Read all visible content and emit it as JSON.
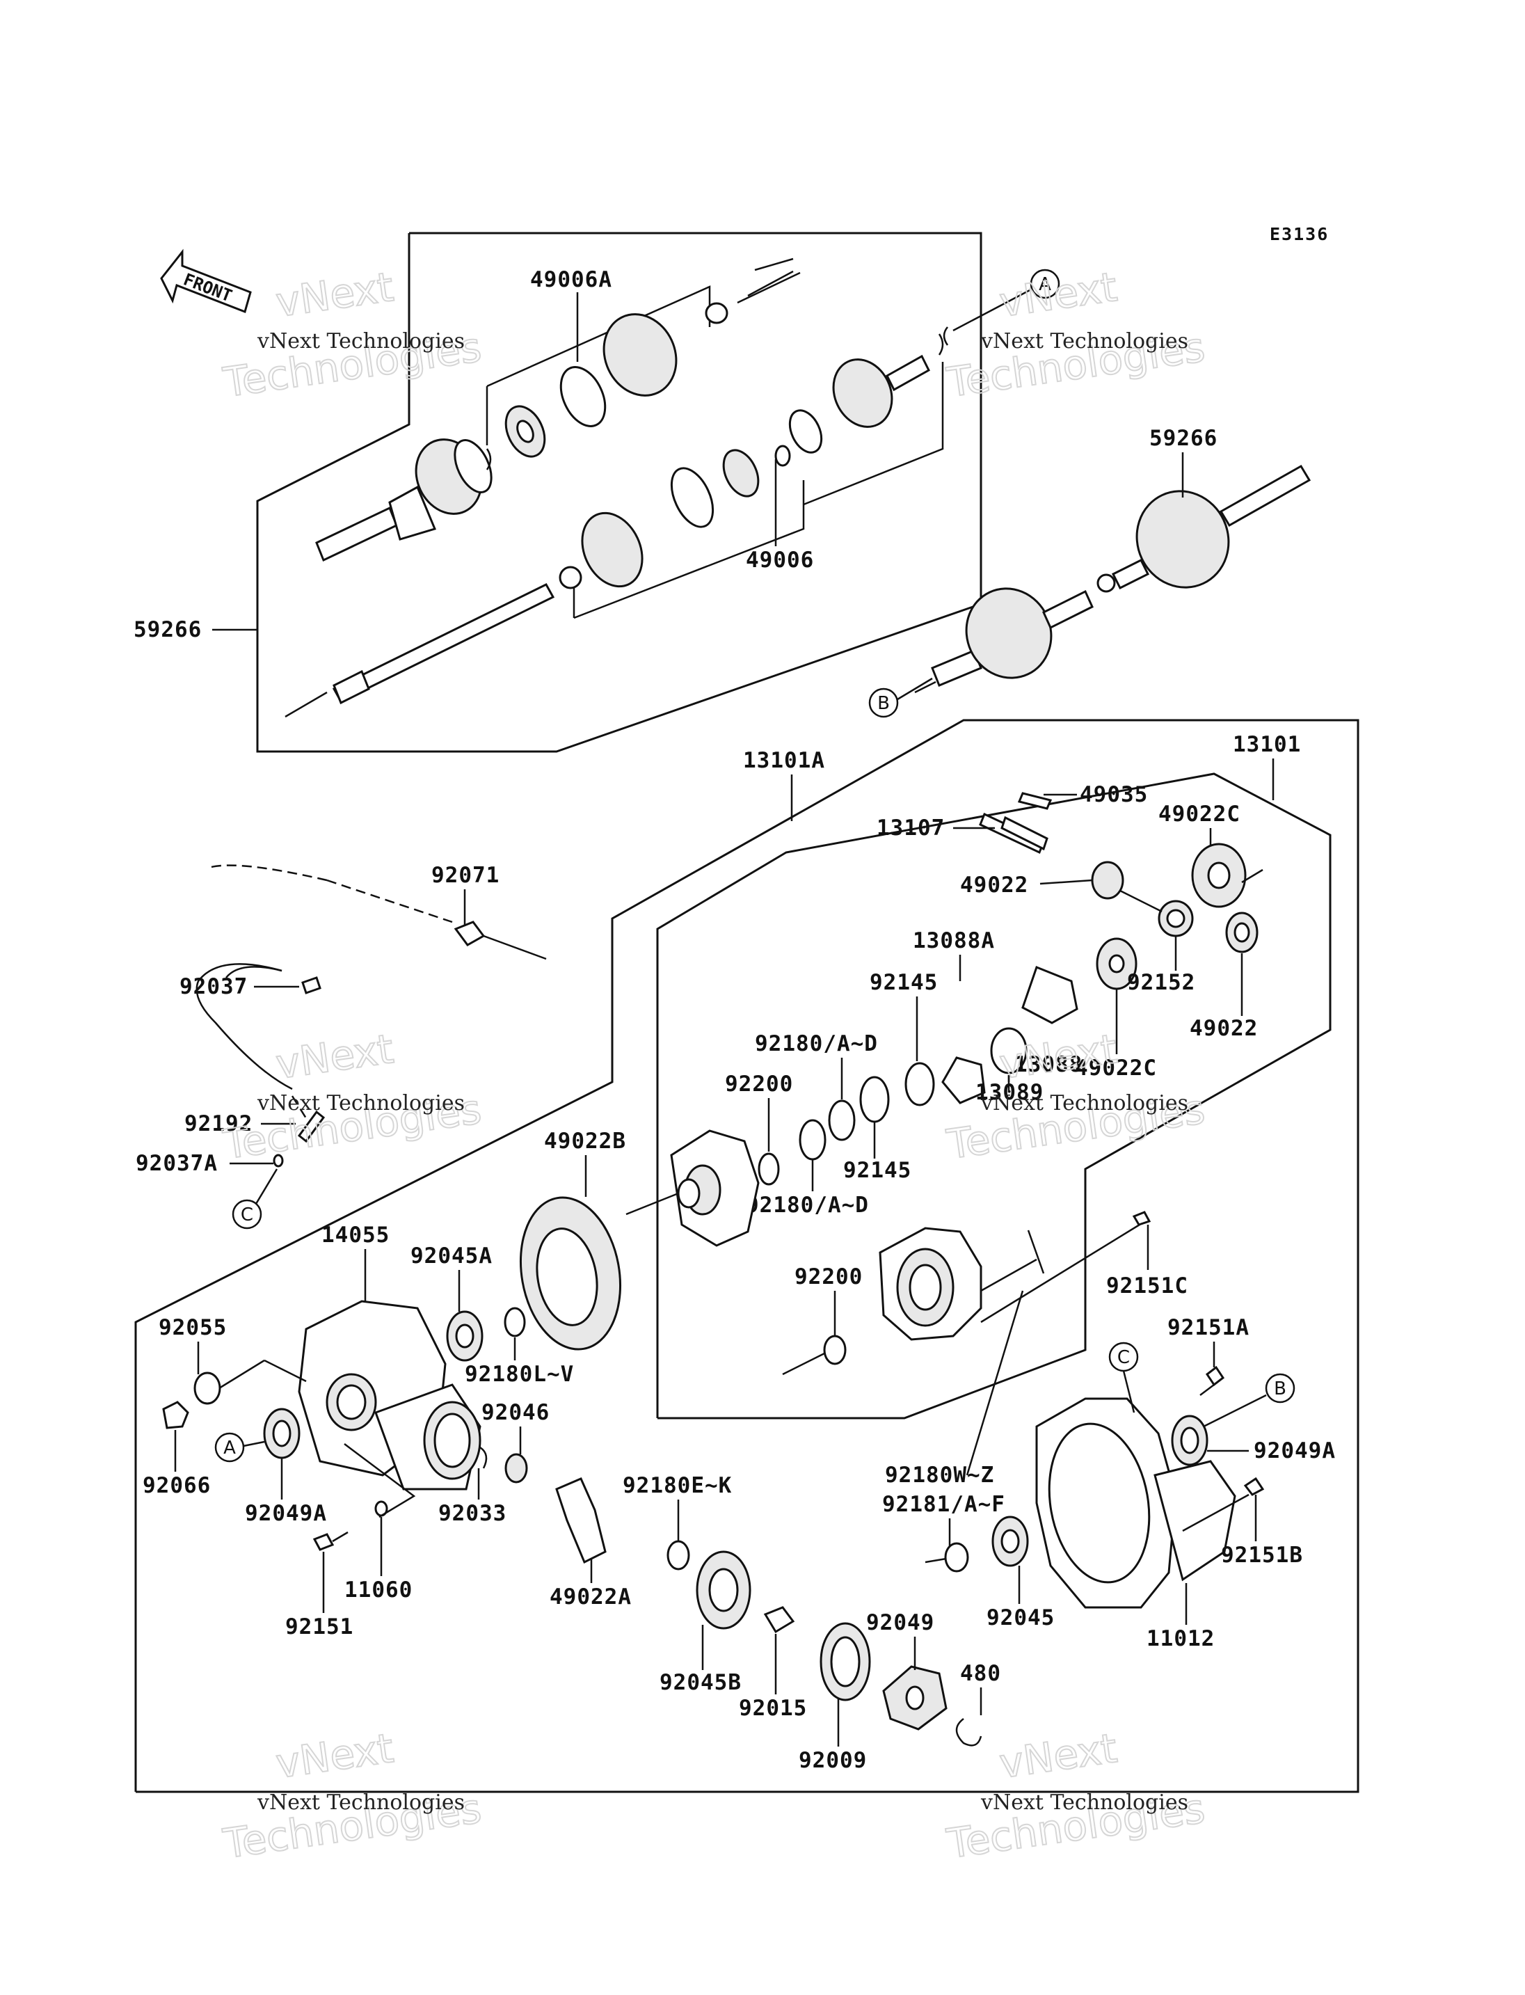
{
  "diagram_code": "E3136",
  "front_label": "FRONT",
  "watermark": {
    "small": "vNext Technologies",
    "large_top": "vNext",
    "large_bottom": "Technologies"
  },
  "refs": [
    "A",
    "B",
    "C"
  ],
  "parts": {
    "p49006A": "49006A",
    "p49006": "49006",
    "p59266_left": "59266",
    "p59266_right": "59266",
    "p13101A": "13101A",
    "p13101": "13101",
    "p49035": "49035",
    "p13107": "13107",
    "p49022C_top": "49022C",
    "p49022_a": "49022",
    "p92152": "92152",
    "p49022_b": "49022",
    "p49022C_mid": "49022C",
    "p13088A": "13088A",
    "p92145_a": "92145",
    "p13088": "13088",
    "p13089": "13089",
    "p92180AD_a": "92180/A~D",
    "p92200_a": "92200",
    "p92145_b": "92145",
    "p92180AD_b": "92180/A~D",
    "p92071": "92071",
    "p92037": "92037",
    "p92192": "92192",
    "p92037A": "92037A",
    "p49022B": "49022B",
    "p14055": "14055",
    "p92045A": "92045A",
    "p92200_b": "92200",
    "p92151C": "92151C",
    "p92151A": "92151A",
    "p92055": "92055",
    "p92180LV": "92180L~V",
    "p92046": "92046",
    "p92049A_right": "92049A",
    "p92066": "92066",
    "p92049A_left": "92049A",
    "p92033": "92033",
    "p92180EK": "92180E~K",
    "p92180WZ": "92180W~Z",
    "p92181AF": "92181/A~F",
    "p92151B": "92151B",
    "p11060": "11060",
    "p49022A": "49022A",
    "p92151": "92151",
    "p92049": "92049",
    "p92045": "92045",
    "p11012": "11012",
    "p92045B": "92045B",
    "p92015": "92015",
    "p480": "480",
    "p92009": "92009"
  }
}
